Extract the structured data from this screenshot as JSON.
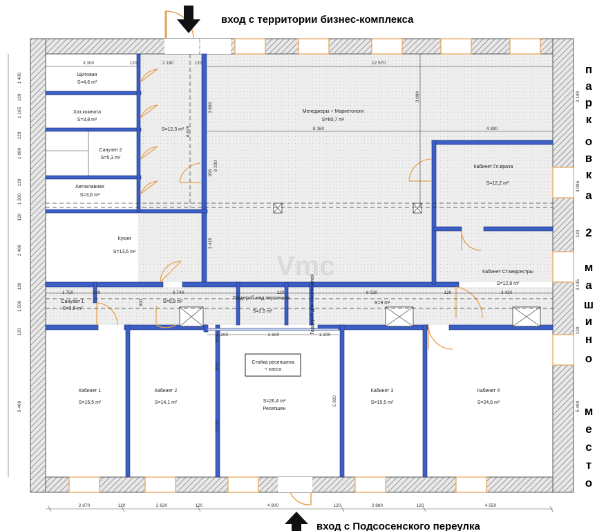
{
  "entrances": {
    "top": "вход  с территории бизнес-комплекса",
    "bottom": "вход с Подсосенского переулка"
  },
  "side_text": [
    "п",
    "а",
    "р",
    "к",
    "о",
    "в",
    "к",
    "а",
    "2",
    "м",
    "а",
    "ш",
    "и",
    "н",
    "о",
    "м",
    "е",
    "с",
    "т",
    "о"
  ],
  "watermark": "Vmc",
  "rooms": {
    "shchitovaya": {
      "name": "Щитовая",
      "area": "S=4,6 m²"
    },
    "hoz": {
      "name": "Хоз.комната",
      "area": "S=3,8 m²"
    },
    "sanuzel2": {
      "name": "Санузел 2",
      "area": "S=5,3 m²"
    },
    "avtoklav": {
      "name": "Автоклавная",
      "area": "S=3,6 m²"
    },
    "corridor_left": {
      "area": "S=12,3 m²"
    },
    "managers": {
      "name": "Менеджеры + Маркетологи",
      "area": "S=60,7 m²"
    },
    "glavrach": {
      "name": "Кабинет Гл.врача",
      "area": "S=12,2 m²"
    },
    "kuhnya": {
      "name": "Кухня",
      "area": "S=13,6 m²"
    },
    "medsestra": {
      "name": "Кабинет Ст.медсестры",
      "area": "S=12,8 m²"
    },
    "sanuzel1": {
      "name": "Санузел 1",
      "area": "S=3,6 m²"
    },
    "corridor_mid": {
      "area": "S=9,8 m²"
    },
    "garderob": {
      "name": "Гардероб мед.персонала",
      "area": "S=2,5 m²"
    },
    "garderob2": {
      "name": "Гардероб для посетителей"
    },
    "corridor_right": {
      "area": "S=9 m²"
    },
    "kab1": {
      "name": "Кабинет 1",
      "area": "S=15,5 m²"
    },
    "kab2": {
      "name": "Кабинет 2",
      "area": "S=14,1 m²"
    },
    "reception": {
      "name": "Ресепшен",
      "area": "S=26,4 m²"
    },
    "stoyka": {
      "line1": "Стойка ресепшена",
      "line2": "+ касса"
    },
    "kab3": {
      "name": "Кабинет 3",
      "area": "S=15,5 m²"
    },
    "kab4": {
      "name": "Кабинет 4",
      "area": "S=24,6 m²"
    }
  },
  "dims": {
    "top_3300": "3 300",
    "top_120a": "120",
    "top_2190": "2 190",
    "top_120b": "120",
    "top_12570": "12 570",
    "v_1400": "1 400",
    "v_120a": "120",
    "v_1165": "1 165",
    "v_120b": "120",
    "v_1600": "1 600",
    "v_120c": "120",
    "v_1300": "1 300",
    "v_120d": "120",
    "v_2460": "2 460",
    "v_120e": "120",
    "v_1500": "1 500",
    "v_120f": "120",
    "v_5400": "5 400",
    "r_3109": "3 109",
    "r_3096": "3 096",
    "r_120a": "120",
    "r_3435": "3 435",
    "r_120b": "120",
    "r_5400": "5 400",
    "m_3866": "3 866",
    "m_6625": "6 625",
    "m_8200": "8 200",
    "m_900": "900",
    "m_3419": "3 419",
    "m_3094": "3 094",
    "m_8160": "8 160",
    "m_4390": "4 390",
    "c_1750": "1 750",
    "c_120a": "120",
    "c_6740": "6 740",
    "c_120b": "120",
    "c_6020": "6 020",
    "c_120c": "120",
    "c_3430": "3 430",
    "c_900": "900",
    "c_2500": "2 500",
    "c_1200a": "1 200",
    "c_1200b": "1 200",
    "l_900": "900",
    "l_800": "800",
    "l_3700": "3 700",
    "l_5020": "5 020",
    "b_2870": "2 870",
    "b_120a": "120",
    "b_2620": "2 620",
    "b_120b": "120",
    "b_4900": "4 900",
    "b_120c": "120",
    "b_2880": "2 880",
    "b_120d": "120",
    "b_4550": "4 550"
  }
}
